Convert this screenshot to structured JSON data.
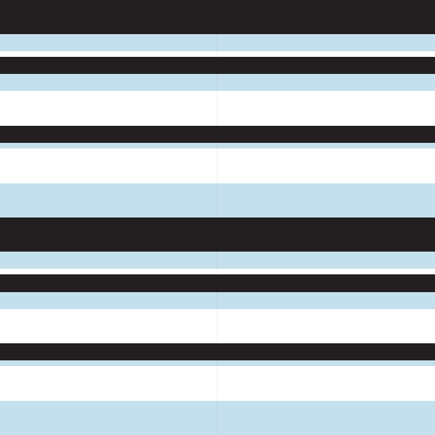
{
  "pattern": {
    "colors": {
      "dark": "#231f20",
      "light_blue": "#c5e0ed",
      "white": "#ffffff"
    },
    "stripe_sequence": [
      "dark",
      "light_blue",
      "white",
      "dark",
      "light_blue",
      "white",
      "dark",
      "light_blue",
      "white",
      "light_blue",
      "dark",
      "light_blue",
      "white",
      "dark",
      "light_blue",
      "white",
      "dark",
      "light_blue",
      "white",
      "light_blue"
    ]
  }
}
